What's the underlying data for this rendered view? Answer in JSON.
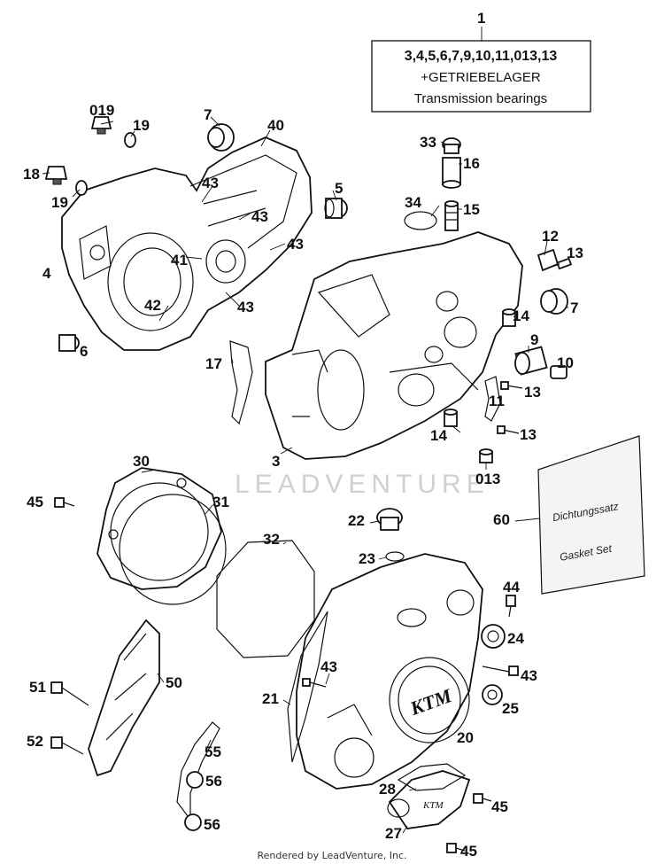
{
  "header_box": {
    "ref": "1",
    "line1": "3,4,5,6,7,9,10,11,013,13",
    "line2": "+GETRIEBELAGER",
    "line3": "Transmission bearings"
  },
  "gasket_set": {
    "ref": "60",
    "text1": "Dichtungssatz",
    "text2": "Gasket Set"
  },
  "watermark": "LEADVENTURE",
  "footer": "Rendered by LeadVenture, Inc.",
  "callouts": [
    {
      "id": "019",
      "text": "019"
    },
    {
      "id": "19a",
      "text": "19"
    },
    {
      "id": "7a",
      "text": "7"
    },
    {
      "id": "40",
      "text": "40"
    },
    {
      "id": "18",
      "text": "18"
    },
    {
      "id": "19b",
      "text": "19"
    },
    {
      "id": "43a",
      "text": "43"
    },
    {
      "id": "43b",
      "text": "43"
    },
    {
      "id": "5",
      "text": "5"
    },
    {
      "id": "33",
      "text": "33"
    },
    {
      "id": "16",
      "text": "16"
    },
    {
      "id": "34",
      "text": "34"
    },
    {
      "id": "15",
      "text": "15"
    },
    {
      "id": "43c",
      "text": "43"
    },
    {
      "id": "4",
      "text": "4"
    },
    {
      "id": "41",
      "text": "41"
    },
    {
      "id": "12",
      "text": "12"
    },
    {
      "id": "13a",
      "text": "13"
    },
    {
      "id": "42",
      "text": "42"
    },
    {
      "id": "43d",
      "text": "43"
    },
    {
      "id": "7b",
      "text": "7"
    },
    {
      "id": "14a",
      "text": "14"
    },
    {
      "id": "6",
      "text": "6"
    },
    {
      "id": "9",
      "text": "9"
    },
    {
      "id": "17",
      "text": "17"
    },
    {
      "id": "10",
      "text": "10"
    },
    {
      "id": "13b",
      "text": "13"
    },
    {
      "id": "11",
      "text": "11"
    },
    {
      "id": "14b",
      "text": "14"
    },
    {
      "id": "13c",
      "text": "13"
    },
    {
      "id": "3",
      "text": "3"
    },
    {
      "id": "30",
      "text": "30"
    },
    {
      "id": "013",
      "text": "013"
    },
    {
      "id": "45a",
      "text": "45"
    },
    {
      "id": "31",
      "text": "31"
    },
    {
      "id": "22",
      "text": "22"
    },
    {
      "id": "32",
      "text": "32"
    },
    {
      "id": "23",
      "text": "23"
    },
    {
      "id": "44",
      "text": "44"
    },
    {
      "id": "24",
      "text": "24"
    },
    {
      "id": "51",
      "text": "51"
    },
    {
      "id": "50",
      "text": "50"
    },
    {
      "id": "43e",
      "text": "43"
    },
    {
      "id": "43f",
      "text": "43"
    },
    {
      "id": "21",
      "text": "21"
    },
    {
      "id": "25",
      "text": "25"
    },
    {
      "id": "52",
      "text": "52"
    },
    {
      "id": "20",
      "text": "20"
    },
    {
      "id": "55",
      "text": "55"
    },
    {
      "id": "56a",
      "text": "56"
    },
    {
      "id": "28",
      "text": "28"
    },
    {
      "id": "45b",
      "text": "45"
    },
    {
      "id": "27",
      "text": "27"
    },
    {
      "id": "56b",
      "text": "56"
    },
    {
      "id": "45c",
      "text": "45"
    }
  ]
}
